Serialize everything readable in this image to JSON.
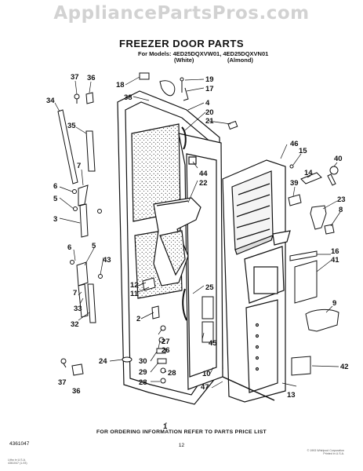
{
  "watermark": "AppliancePartsPros.com",
  "title": "FREEZER DOOR PARTS",
  "models_line": "For Models: 4ED25DQXVW01, 4ED25DQXVN01",
  "variant_white": "(White)",
  "variant_almond": "(Almond)",
  "footer_note": "FOR ORDERING INFORMATION REFER TO PARTS PRICE LIST",
  "doc_number": "4361047",
  "page_number": "12",
  "copyright_line1": "© 1993 Whirlpool Corporation",
  "copyright_line2": "Printed in U.S.A.",
  "printed_line1": "Litho in U.S.A.",
  "printed_line2": "4361047 (1-93)",
  "callouts": {
    "c37a": "37",
    "c36a": "36",
    "c34": "34",
    "c35": "35",
    "c7a": "7",
    "c6a": "6",
    "c5a": "5",
    "c3": "3",
    "c6b": "6",
    "c5b": "5",
    "c43": "43",
    "c7b": "7",
    "c33": "33",
    "c32": "32",
    "c37b": "37",
    "c36b": "36",
    "c18": "18",
    "c38": "38",
    "c19": "19",
    "c17": "17",
    "c4": "4",
    "c20": "20",
    "c21": "21",
    "c44": "44",
    "c22": "22",
    "c12": "12",
    "c11": "11",
    "c2": "2",
    "c25": "25",
    "c45": "45",
    "c27": "27",
    "c26": "26",
    "c24": "24",
    "c30": "30",
    "c29": "29",
    "c28a": "28",
    "c28b": "28",
    "c10": "10",
    "c47": "47",
    "c46": "46",
    "c15": "15",
    "c40": "40",
    "c14": "14",
    "c39": "39",
    "c23": "23",
    "c8": "8",
    "c16": "16",
    "c41": "41",
    "c9": "9",
    "c42": "42",
    "c13": "13",
    "c1": "1"
  }
}
